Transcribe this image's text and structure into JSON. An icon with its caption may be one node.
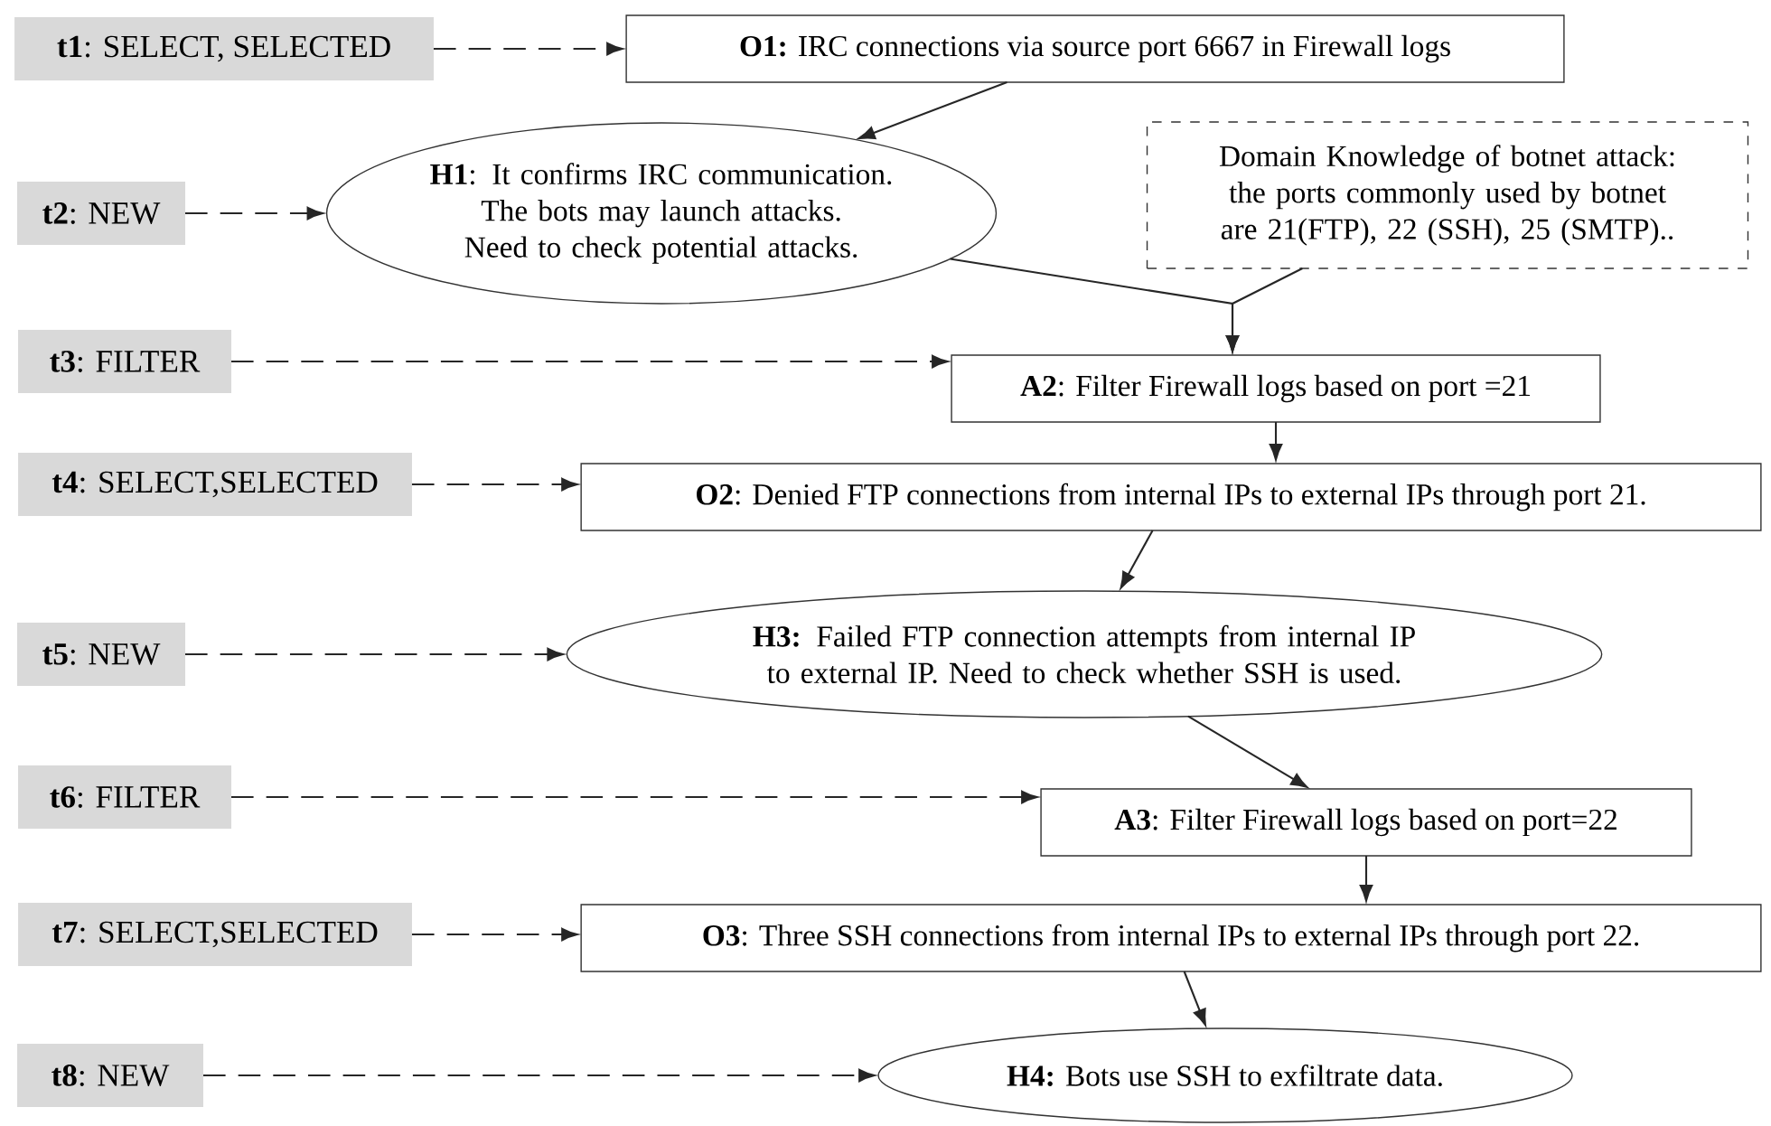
{
  "diagram": {
    "nodes": [
      {
        "text": [
          "**t1**: SELECT, SELECTED"
        ]
      },
      {
        "text": [
          "**t2**: NEW"
        ]
      },
      {
        "text": [
          "**t3**: FILTER"
        ]
      },
      {
        "text": [
          "**t4**: SELECT,SELECTED"
        ]
      },
      {
        "text": [
          "**t5**: NEW"
        ]
      },
      {
        "text": [
          "**t6**: FILTER"
        ]
      },
      {
        "text": [
          "**t7**: SELECT,SELECTED"
        ]
      },
      {
        "text": [
          "**t8**: NEW"
        ]
      },
      {
        "text": [
          "**O1:** IRC connections via source port 6667 in Firewall logs"
        ]
      },
      {
        "text": [
          "**H1**: It confirms IRC communication. The bots may launch attacks. Need to check potential attacks."
        ]
      },
      {
        "text": [
          "Domain Knowledge of botnet attack: the ports commonly used by botnet are 21(FTP), 22 (SSH), 25 (SMTP).."
        ]
      },
      {
        "text": [
          "**A2**: Filter Firewall logs based on port =21"
        ]
      },
      {
        "text": [
          "**O2**: Denied FTP connections from internal IPs to external IPs through port 21."
        ]
      },
      {
        "text": [
          "**H3:** Failed FTP connection attempts from internal IP to external IP. Need to check whether SSH is used."
        ]
      },
      {
        "text": [
          "**A3**: Filter Firewall logs based on port=22"
        ]
      },
      {
        "text": [
          "**O3**: Three SSH connections from internal IPs to external IPs through port 22."
        ]
      },
      {
        "text": [
          "**H4:** Bots use SSH to exfiltrate data."
        ]
      }
    ],
    "edges": [
      {
        "from": 0,
        "to": 8,
        "arrow": "to",
        "style": "dashed"
      },
      {
        "from": 1,
        "to": 9,
        "arrow": "to",
        "style": "dashed"
      },
      {
        "from": 2,
        "to": 11,
        "arrow": "to",
        "style": "dashed"
      },
      {
        "from": 3,
        "to": 12,
        "arrow": "to",
        "style": "dashed"
      },
      {
        "from": 4,
        "to": 13,
        "arrow": "to",
        "style": "dashed"
      },
      {
        "from": 5,
        "to": 14,
        "arrow": "to",
        "style": "dashed"
      },
      {
        "from": 6,
        "to": 15,
        "arrow": "to",
        "style": "dashed"
      },
      {
        "from": 7,
        "to": 16,
        "arrow": "to",
        "style": "dashed"
      },
      {
        "from": 8,
        "to": 9,
        "arrow": "to"
      },
      {
        "from": 9,
        "to": 11,
        "arrow": "to"
      },
      {
        "from": 10,
        "to": 11,
        "arrow": "to"
      },
      {
        "from": 11,
        "to": 12,
        "arrow": "to"
      },
      {
        "from": 12,
        "to": 13,
        "arrow": "to"
      },
      {
        "from": 13,
        "to": 14,
        "arrow": "to"
      },
      {
        "from": 14,
        "to": 15,
        "arrow": "to"
      },
      {
        "from": 15,
        "to": 16,
        "arrow": "to"
      }
    ]
  }
}
